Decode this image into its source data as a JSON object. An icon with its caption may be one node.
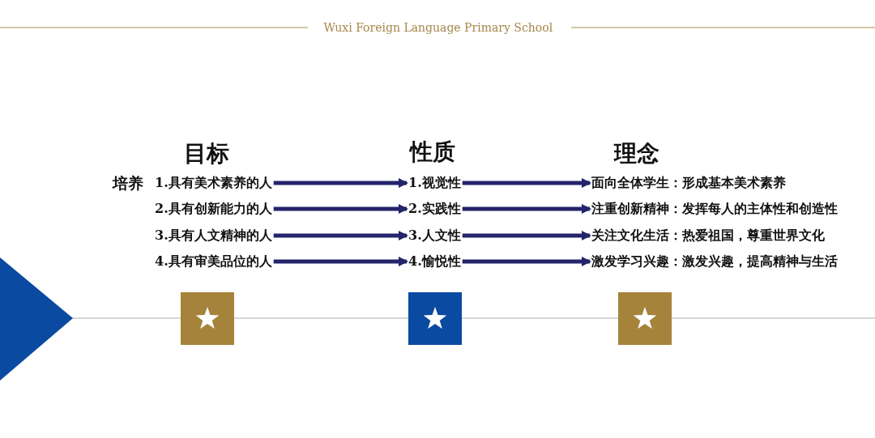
{
  "diagram": {
    "nodes": [
      {
        "text": [
          "1.具有美术素养的人"
        ]
      },
      {
        "text": [
          "2.具有创新能力的人"
        ]
      },
      {
        "text": [
          "3.具有人文精神的人"
        ]
      },
      {
        "text": [
          "4.具有审美品位的人"
        ]
      },
      {
        "text": [
          "1.视觉性"
        ]
      },
      {
        "text": [
          "2.实践性"
        ]
      },
      {
        "text": [
          "3.人文性"
        ]
      },
      {
        "text": [
          "4.愉悦性"
        ]
      },
      {
        "text": [
          "面向全体学生：形成基本美术素养"
        ]
      },
      {
        "text": [
          "注重创新精神：发挥每人的主体性和创造性"
        ]
      },
      {
        "text": [
          "关注文化生活：热爱祖国，尊重世界文化"
        ]
      },
      {
        "text": [
          "激发学习兴趣：激发兴趣，提高精神与生活"
        ]
      }
    ],
    "edges": [
      {
        "from": 0,
        "to": 4,
        "arrow": "to"
      },
      {
        "from": 1,
        "to": 5,
        "arrow": "to"
      },
      {
        "from": 2,
        "to": 6,
        "arrow": "to"
      },
      {
        "from": 3,
        "to": 7,
        "arrow": "to"
      },
      {
        "from": 4,
        "to": 8,
        "arrow": "to"
      },
      {
        "from": 5,
        "to": 9,
        "arrow": "to"
      },
      {
        "from": 6,
        "to": 10,
        "arrow": "to"
      },
      {
        "from": 7,
        "to": 11,
        "arrow": "to"
      }
    ],
    "labels": [
      "Wuxi Foreign Language Primary School",
      "目标",
      "性质",
      "理念",
      "培养"
    ]
  }
}
